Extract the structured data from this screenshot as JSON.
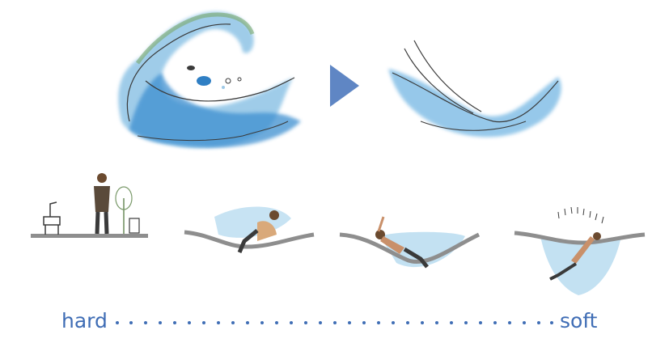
{
  "scale": {
    "left_label": "hard",
    "right_label": "soft"
  },
  "palette": {
    "water_light": "#b9dcf0",
    "water_mid": "#6fb3e0",
    "water_deep": "#2f7fc4",
    "arrow": "#5f86c4",
    "ink": "#3a3a3a",
    "label": "#3f6db5"
  },
  "icons": {
    "transition_arrow": "triangle-right"
  }
}
